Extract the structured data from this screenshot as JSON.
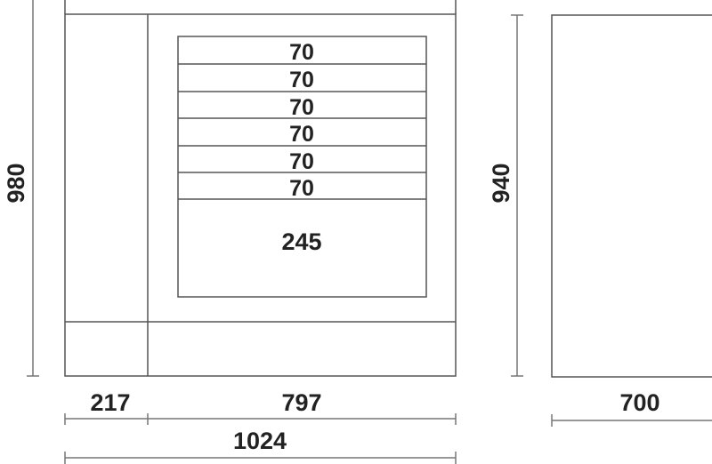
{
  "front_view": {
    "height_label": "980",
    "drawers": [
      "70",
      "70",
      "70",
      "70",
      "70",
      "70"
    ],
    "bottom_drawer": "245",
    "left_width": "217",
    "right_width": "797",
    "total_width": "1024"
  },
  "side_view": {
    "height_label": "940",
    "depth_label": "700"
  }
}
